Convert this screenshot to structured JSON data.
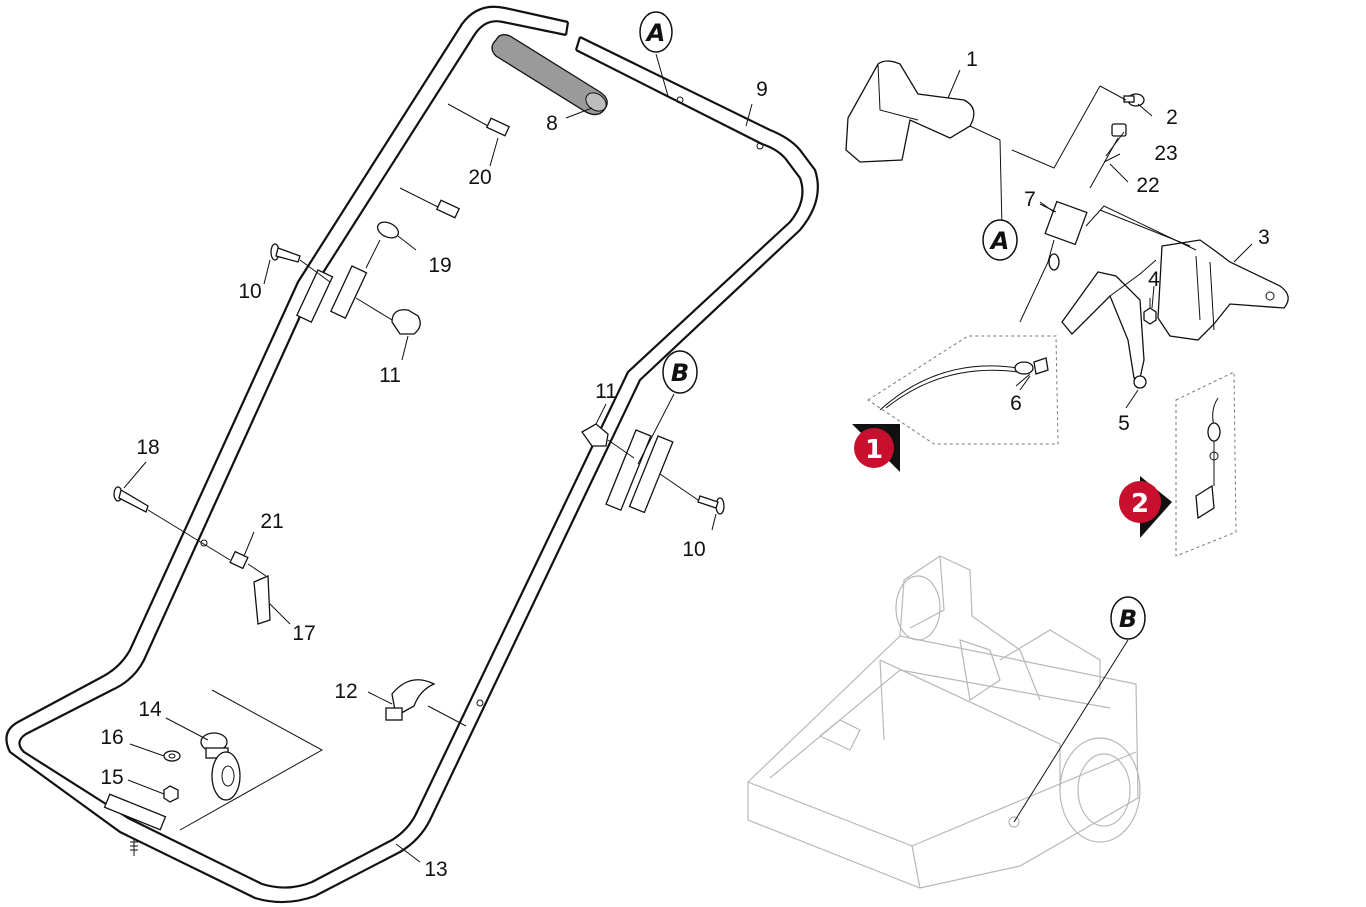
{
  "diagram": {
    "type": "exploded-parts-diagram",
    "part_labels": {
      "p1": "1",
      "p2": "2",
      "p3": "3",
      "p4": "4",
      "p5": "5",
      "p6": "6",
      "p7": "7",
      "p8": "8",
      "p9": "9",
      "p10a": "10",
      "p10b": "10",
      "p11a": "11",
      "p11b": "11",
      "p12": "12",
      "p13": "13",
      "p14": "14",
      "p15": "15",
      "p16": "16",
      "p17": "17",
      "p18": "18",
      "p19": "19",
      "p20": "20",
      "p21": "21",
      "p22": "22",
      "p23": "23"
    },
    "callouts": {
      "a_top": "A",
      "a_right": "A",
      "b_handle": "B",
      "b_deck": "B"
    },
    "badges": {
      "one": "1",
      "two": "2"
    },
    "colors": {
      "line": "#111111",
      "grip": "#9a9a9a",
      "faded_deck": "#b8b8b8",
      "badge_red": "#c8102e",
      "badge_arrow": "#111111"
    }
  }
}
